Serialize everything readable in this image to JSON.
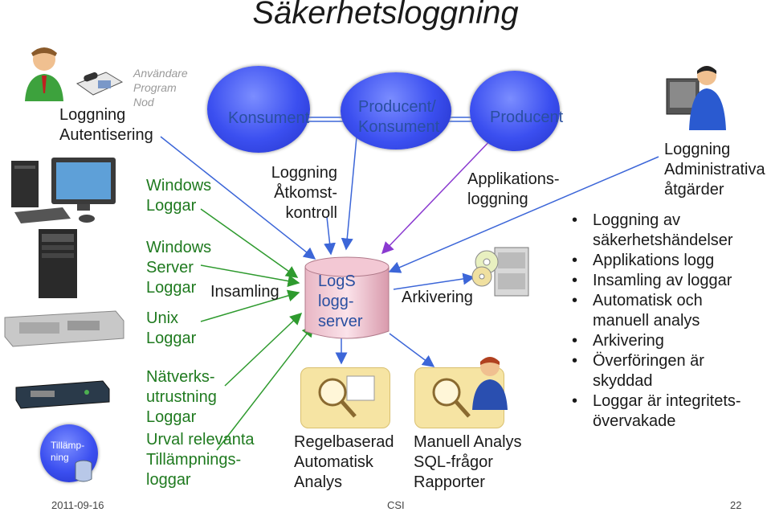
{
  "title": "Säkerhetsloggning",
  "left": {
    "auth_label": [
      "Loggning",
      "Autentisering"
    ],
    "legend_lines": [
      "Användare",
      "Program",
      "Nod"
    ],
    "app_badge": [
      "Tillämp-",
      "ning"
    ]
  },
  "sources": {
    "windows_logs": [
      "Windows",
      "Loggar"
    ],
    "windows_server": [
      "Windows",
      "Server",
      "Loggar"
    ],
    "unix": [
      "Unix",
      "Loggar"
    ],
    "network": [
      "Nätverks-",
      "utrustning",
      "Loggar"
    ],
    "app_logs": [
      "Urval relevanta",
      "Tillämpnings-",
      "loggar"
    ],
    "collection": "Insamling"
  },
  "roles": {
    "consumer": "Konsument",
    "producer_consumer": [
      "Producent/",
      "Konsument"
    ],
    "producer": "Producent"
  },
  "middle": {
    "access": [
      "Loggning",
      "Åtkomst-",
      "kontroll"
    ],
    "log_server": [
      "LogS",
      "logg-",
      "server"
    ],
    "app_logging": [
      "Applikations-",
      "loggning"
    ],
    "archiving": "Arkivering",
    "rule_based": [
      "Regelbaserad",
      "Automatisk",
      "Analys"
    ],
    "manual": [
      "Manuell Analys",
      "SQL-frågor",
      "Rapporter"
    ]
  },
  "right": {
    "admin_label": [
      "Loggning",
      "Administrativa",
      "åtgärder"
    ],
    "group1": [
      "Loggning av säkerhetshändelser",
      "Applikations logg"
    ],
    "group2": [
      "Insamling av loggar",
      "Automatisk och manuell analys",
      "Arkivering"
    ],
    "group3": [
      "Överföringen är skyddad",
      "Loggar är integritets-övervakade"
    ]
  },
  "footer": {
    "date": "2011-09-16",
    "org": "CSI",
    "page": "22"
  },
  "colors": {
    "green_text": "#1f7a1f",
    "blue_text": "#2a4fa0",
    "circle": "#3b4ff0",
    "line_blue": "#3c66d8",
    "line_green": "#2e9a2e"
  }
}
